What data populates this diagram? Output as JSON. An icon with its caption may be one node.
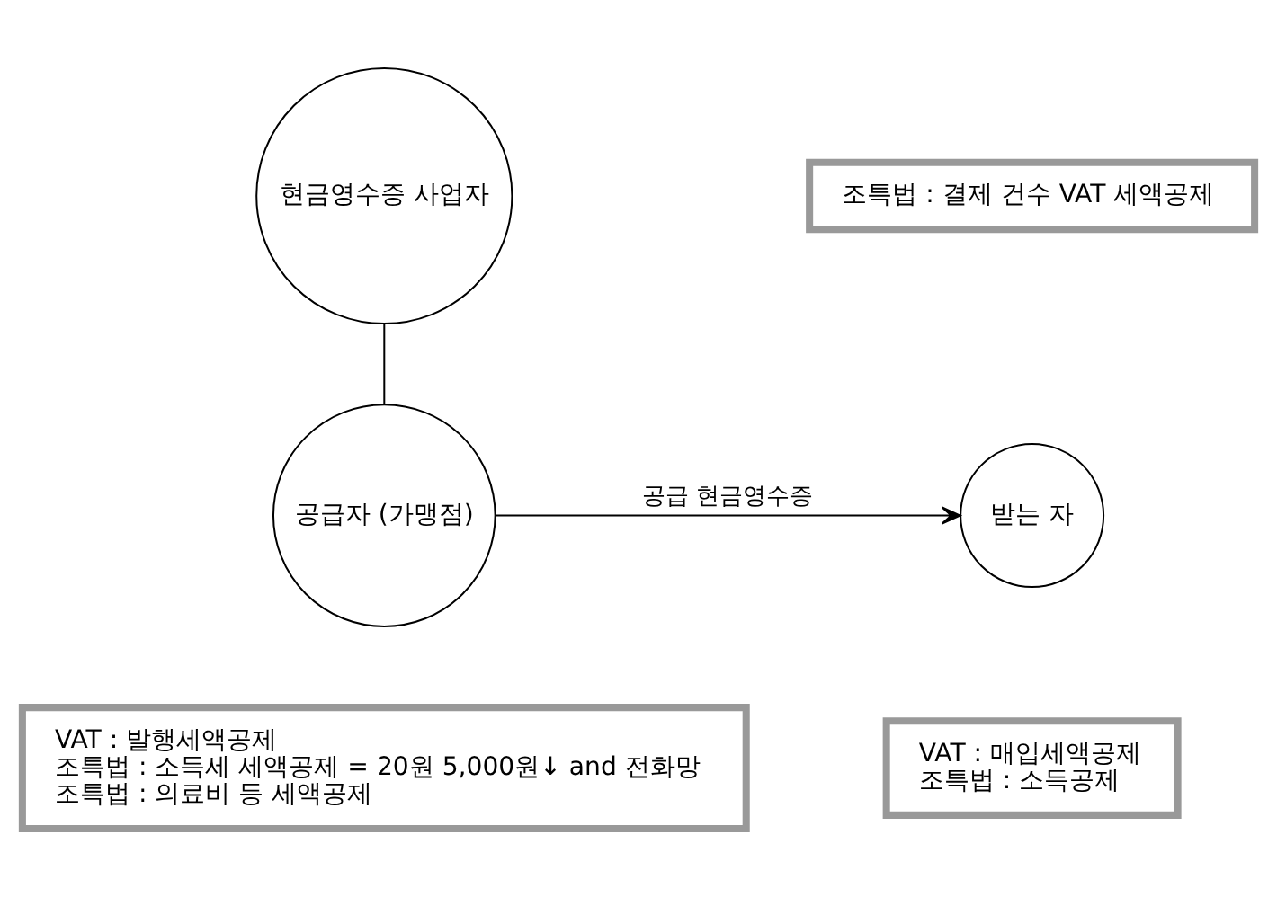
{
  "diagram": {
    "nodes": [
      {
        "text": [
          "현금영수증 사업자"
        ]
      },
      {
        "text": [
          "조특법 : 결제 건수 VAT 세액공제"
        ]
      },
      {
        "text": [
          "공급자 (가맹점)"
        ]
      },
      {
        "text": [
          "받는 자"
        ]
      },
      {
        "text": [
          "VAT : 발행세액공제",
          "조특법 : 소득세 세액공제 = 20원 5,000원↓ and 전화망",
          "조특법 : 의료비 등 세액공제"
        ]
      },
      {
        "text": [
          "VAT : 매입세액공제",
          "조특법 : 소득공제"
        ]
      }
    ],
    "edges": [
      {
        "from": 0,
        "to": 2,
        "arrow": "none"
      },
      {
        "from": 2,
        "to": 3,
        "arrow": "to",
        "label": "공급 현금영수증"
      }
    ]
  }
}
